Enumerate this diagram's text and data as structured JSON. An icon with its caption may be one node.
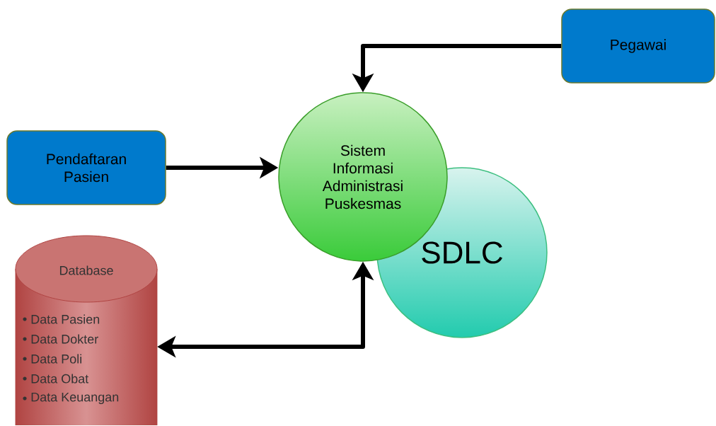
{
  "diagram": {
    "nodes": [
      {
        "text": [
          "Pegawai"
        ]
      },
      {
        "text": [
          "Pendaftaran Pasien"
        ]
      },
      {
        "text": [
          "Sistem Informasi Administrasi Puskesmas"
        ]
      },
      {
        "text": [
          "SDLC"
        ]
      },
      {
        "text": [
          "Database",
          "Data Pasien",
          "Data Dokter",
          "Data Poli",
          "Data Obat",
          "Data Keuangan"
        ]
      }
    ],
    "edges": [
      {
        "from": 0,
        "to": 2,
        "arrow": "to"
      },
      {
        "from": 1,
        "to": 2,
        "arrow": "to"
      },
      {
        "from": 2,
        "to": 4,
        "arrow": "both"
      }
    ]
  }
}
